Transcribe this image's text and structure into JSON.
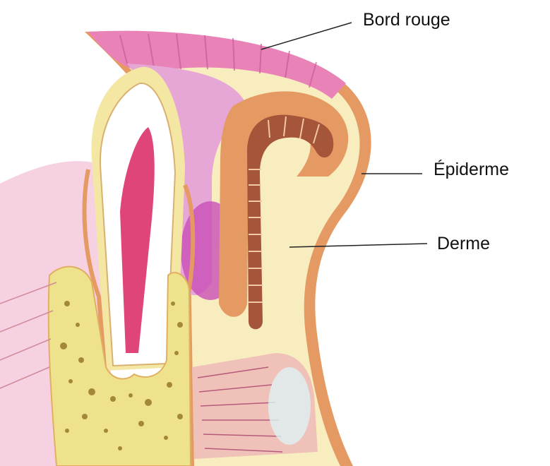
{
  "labels": {
    "bord_rouge": "Bord rouge",
    "epiderme": "Épiderme",
    "derme": "Derme"
  },
  "colors": {
    "lip_red_margin": "#e983b7",
    "mucosa_pink": "#e6a6d6",
    "submucosa_magenta": "#c94fb8",
    "dermis_cream": "#f8edbf",
    "epidermis_orange": "#e59a63",
    "gland_brown": "#a4553a",
    "tooth_enamel": "#f4e7a4",
    "tooth_pulp": "#e0457a",
    "bone_yellow": "#efe28c",
    "muscle_pink": "#f0c1b9",
    "leader_line": "#222222"
  }
}
